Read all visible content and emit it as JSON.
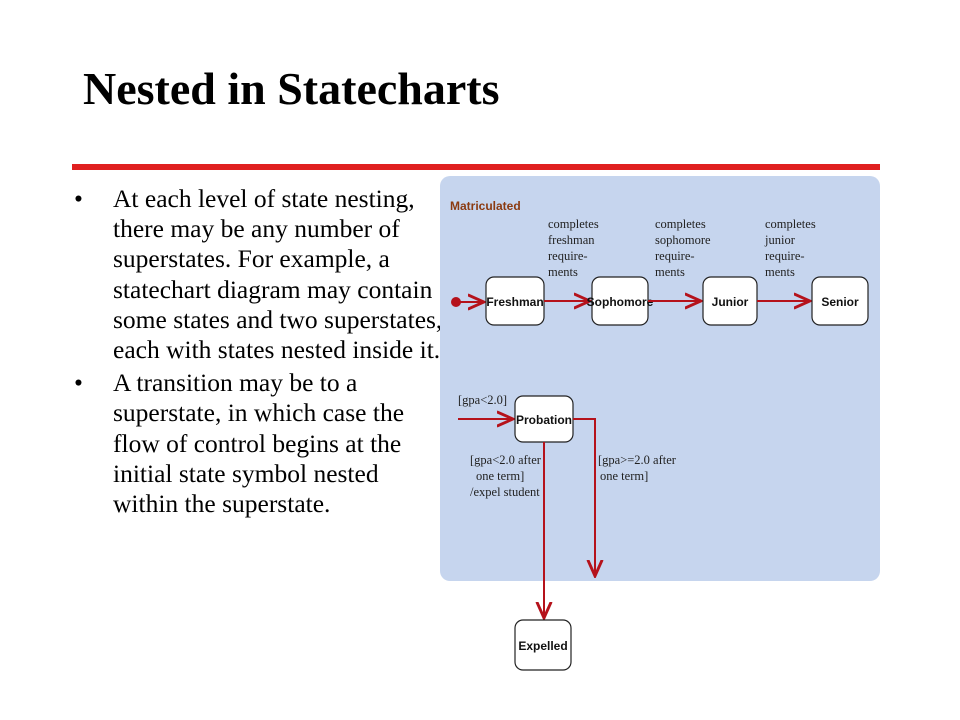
{
  "slide": {
    "title": "Nested in Statecharts",
    "bullets": [
      "At each level of state nesting, there may be any number of superstates. For example, a statechart diagram may contain some states and two superstates, each with states nested inside it.",
      "A transition may be to a superstate, in which case the flow of control begins at the initial state symbol nested within the superstate."
    ],
    "bullet_symbol": "•"
  },
  "diagram": {
    "superstate": "Matriculated",
    "states": {
      "freshman": "Freshman",
      "sophomore": "Sophomore",
      "junior": "Junior",
      "senior": "Senior",
      "probation": "Probation",
      "expelled": "Expelled"
    },
    "transitions": {
      "fresh_soph": [
        "completes",
        "freshman",
        "require-",
        "ments"
      ],
      "soph_junior": [
        "completes",
        "sophomore",
        "require-",
        "ments"
      ],
      "junior_senior": [
        "completes",
        "junior",
        "require-",
        "ments"
      ],
      "to_probation": [
        "[gpa<2.0]"
      ],
      "expel": [
        "[gpa<2.0 after",
        "one term]",
        "/expel student"
      ],
      "reinstate": [
        "[gpa>=2.0 after",
        "one term]"
      ]
    },
    "colors": {
      "superstate_fill": "#c6d5ee",
      "arrow": "#b5121b",
      "superstate_label": "#8b3a10",
      "rule": "#e02020"
    }
  }
}
